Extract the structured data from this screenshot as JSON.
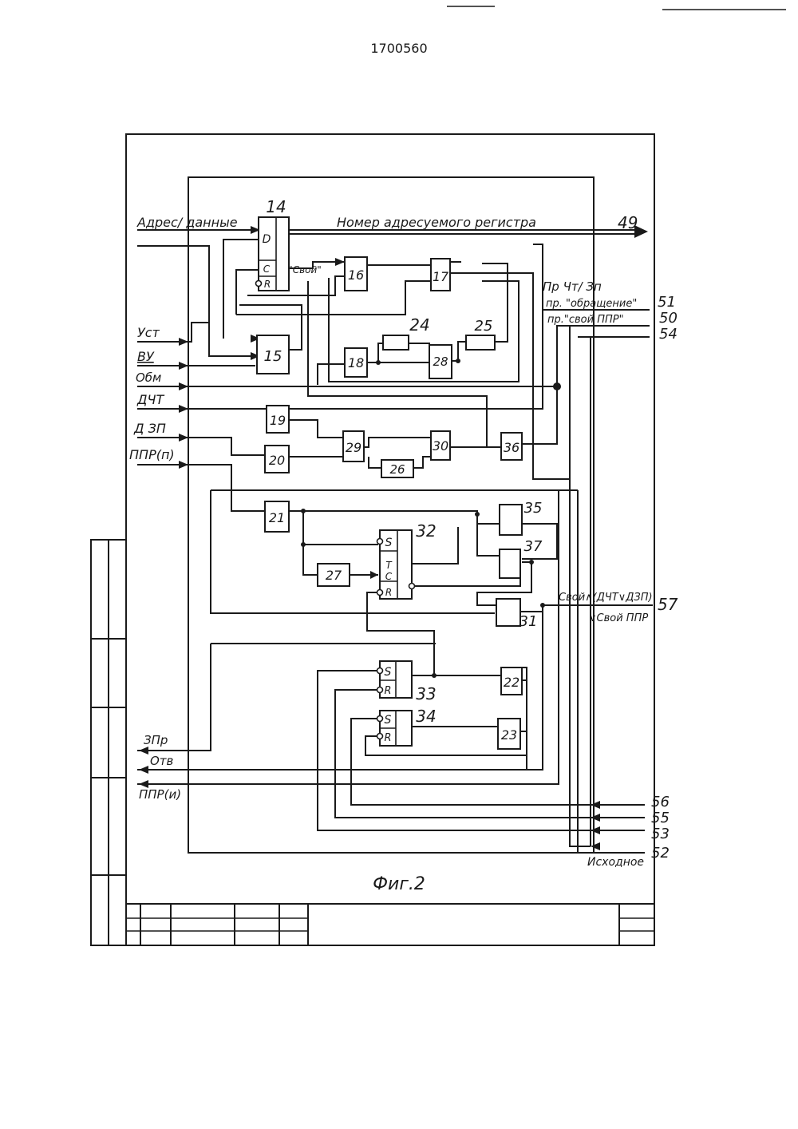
{
  "header": {
    "patent_number": "1700560"
  },
  "figure": {
    "caption": "Фиг.2"
  },
  "colors": {
    "ink": "#1a1a1a",
    "paper": "#ffffff"
  },
  "blocks": [
    {
      "id": "14",
      "label": "14"
    },
    {
      "id": "15",
      "label": "15"
    },
    {
      "id": "16",
      "label": "16"
    },
    {
      "id": "17",
      "label": "17"
    },
    {
      "id": "18",
      "label": "18"
    },
    {
      "id": "19",
      "label": "19"
    },
    {
      "id": "20",
      "label": "20"
    },
    {
      "id": "21",
      "label": "21"
    },
    {
      "id": "22",
      "label": "22"
    },
    {
      "id": "23",
      "label": "23"
    },
    {
      "id": "24",
      "label": "24"
    },
    {
      "id": "25",
      "label": "25"
    },
    {
      "id": "26",
      "label": "26"
    },
    {
      "id": "27",
      "label": "27"
    },
    {
      "id": "28",
      "label": "28"
    },
    {
      "id": "29",
      "label": "29"
    },
    {
      "id": "30",
      "label": "30"
    },
    {
      "id": "31",
      "label": "31"
    },
    {
      "id": "32",
      "label": "32"
    },
    {
      "id": "33",
      "label": "33"
    },
    {
      "id": "34",
      "label": "34"
    },
    {
      "id": "35",
      "label": "35"
    },
    {
      "id": "36",
      "label": "36"
    },
    {
      "id": "37",
      "label": "37"
    }
  ],
  "pins": {
    "d": "D",
    "c": "C",
    "r": "R",
    "s": "S",
    "t": "T",
    "own": "\"Свой\""
  },
  "inputs": {
    "address_data": "Адрес/ данные",
    "ust": "Уст",
    "vu": "ВУ",
    "obm": "Обм",
    "dcht": "ДЧТ",
    "dzp": "Д ЗП",
    "ppr_p": "ППР(п)"
  },
  "outputs": {
    "register_number": "Номер адресуемого регистра",
    "bus_49": "49",
    "pr_cht_zp": "Пр Чт/ Зп",
    "pr_access": "пр. \"обращение\"",
    "pr_own_ppr": "пр.\"свой ППР\"",
    "num_51": "51",
    "num_50": "50",
    "num_54": "54",
    "own_expr_1": "Свой∧(ДЧТ∨ДЗП)",
    "own_expr_2": "∨Свой ППР",
    "num_57": "57",
    "zpr": "ЗПр",
    "otv": "Отв",
    "ppr_i": "ППР(и)"
  },
  "bottom_inputs": {
    "num_56": "56",
    "num_55": "55",
    "num_53": "53",
    "num_52": "52",
    "initial": "Исходное"
  }
}
